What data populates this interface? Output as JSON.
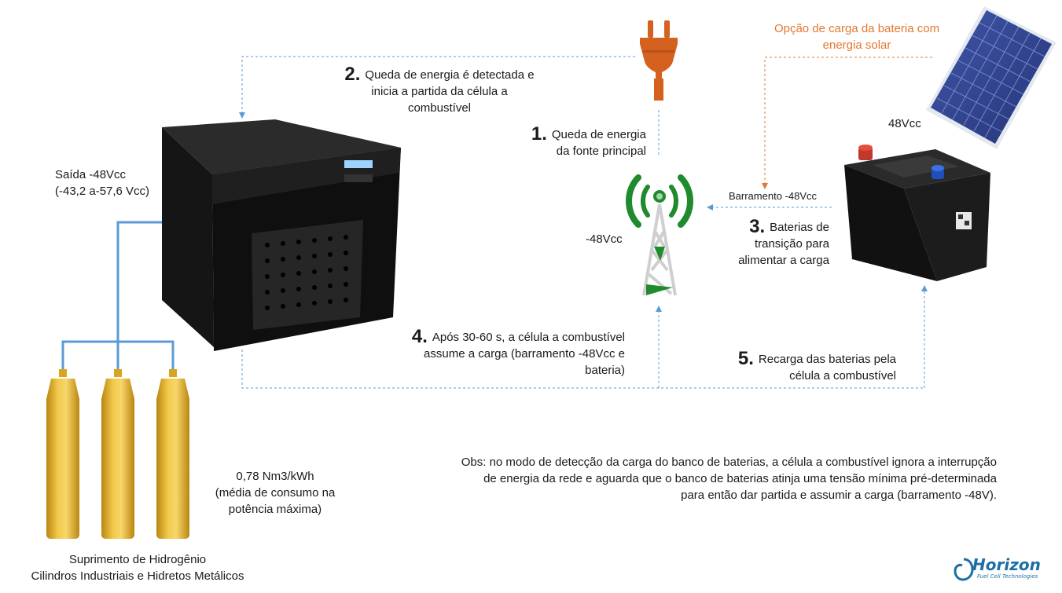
{
  "steps": {
    "s1": {
      "num": "1.",
      "line1": "Queda de energia",
      "line2": "da fonte principal"
    },
    "s2": {
      "num": "2.",
      "line1": "Queda de energia é detectada e",
      "line2": "inicia a partida da célula a",
      "line3": "combustível"
    },
    "s3": {
      "num": "3.",
      "line1": "Baterias de",
      "line2": "transição para",
      "line3": "alimentar a carga"
    },
    "s4": {
      "num": "4.",
      "line1": "Após 30-60 s, a célula a combustível",
      "line2": "assume a carga (barramento -48Vcc e",
      "line3": "bateria)"
    },
    "s5": {
      "num": "5.",
      "line1": "Recarga das baterias pela",
      "line2": "célula a combustível"
    }
  },
  "labels": {
    "solar_line1": "Opção de carga da bateria com",
    "solar_line2": "energia solar",
    "battery_voltage": "48Vcc",
    "bus": "Barramento -48Vcc",
    "tower_voltage": "-48Vcc",
    "output_line1": "Saída -48Vcc",
    "output_line2": "(-43,2 a-57,6 Vcc)",
    "consumption_line1": "0,78 Nm3/kWh",
    "consumption_line2": "(média de consumo na",
    "consumption_line3": "potência máxima)",
    "supply_line1": "Suprimento de Hidrogênio",
    "supply_line2": "Cilindros Industriais e Hidretos Metálicos"
  },
  "note": {
    "line1": "Obs: no modo de detecção da carga do banco de baterias, a célula a combustível ignora a interrupção",
    "line2": "de energia da rede e aguarda que o banco de baterias atinja uma tensão mínima pré-determinada",
    "line3": "para então dar partida e assumir a carga (barramento -48V)."
  },
  "logo": {
    "name": "Horizon",
    "tagline": "Fuel Cell Technologies"
  },
  "icons": [
    "plug-icon",
    "solar-panel-icon",
    "battery-icon",
    "telecom-tower-icon",
    "fuel-cell-cabinet-icon",
    "hydrogen-cylinder-icon"
  ],
  "colors": {
    "dashed_arrow": "#5b9bd5",
    "gas_pipe": "#5b9bd5",
    "solar_arrow": "#e3782f",
    "plug": "#d4621e",
    "tower_signal": "#1f8a2e",
    "cylinder": "#e8b320",
    "accent_text": "#e3782f"
  }
}
